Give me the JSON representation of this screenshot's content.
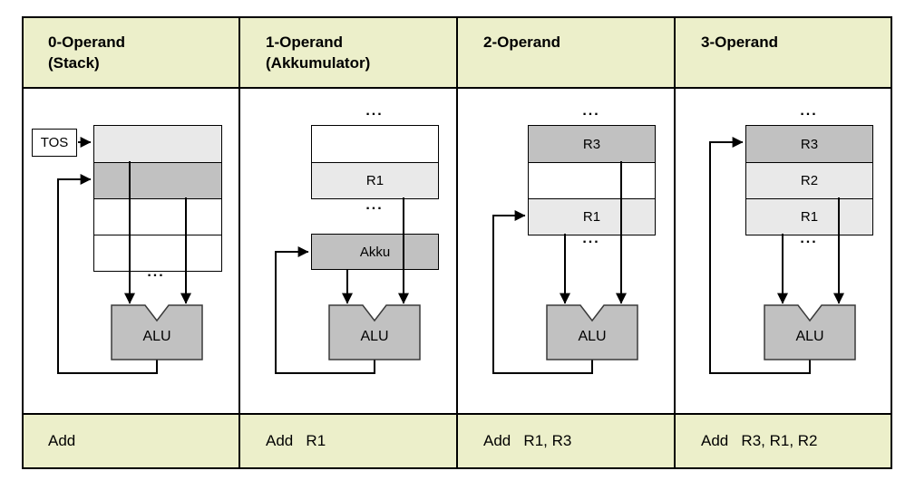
{
  "colors": {
    "band_background": "#ecefca",
    "dark_gray_cell": "#c1c1c1",
    "light_gray_cell": "#e9e9e9",
    "line_color": "#000000"
  },
  "columns": [
    {
      "header": "0-Operand\n(Stack)",
      "tos_label": "TOS",
      "cells": [
        "",
        "",
        "",
        ""
      ],
      "dots_bottom": "...",
      "alu_label": "ALU",
      "instruction": "Add"
    },
    {
      "header": "1-Operand\n(Akkumulator)",
      "dots_top": "...",
      "cells": [
        "",
        "R1"
      ],
      "dots_bottom": "...",
      "akku_label": "Akku",
      "alu_label": "ALU",
      "instruction": "Add   R1"
    },
    {
      "header": "2-Operand",
      "dots_top": "...",
      "cells": [
        "R3",
        "",
        "R1"
      ],
      "dots_bottom": "...",
      "alu_label": "ALU",
      "instruction": "Add   R1, R3"
    },
    {
      "header": "3-Operand",
      "dots_top": "...",
      "cells": [
        "R3",
        "R2",
        "R1"
      ],
      "dots_bottom": "...",
      "alu_label": "ALU",
      "instruction": "Add   R3, R1, R2"
    }
  ]
}
